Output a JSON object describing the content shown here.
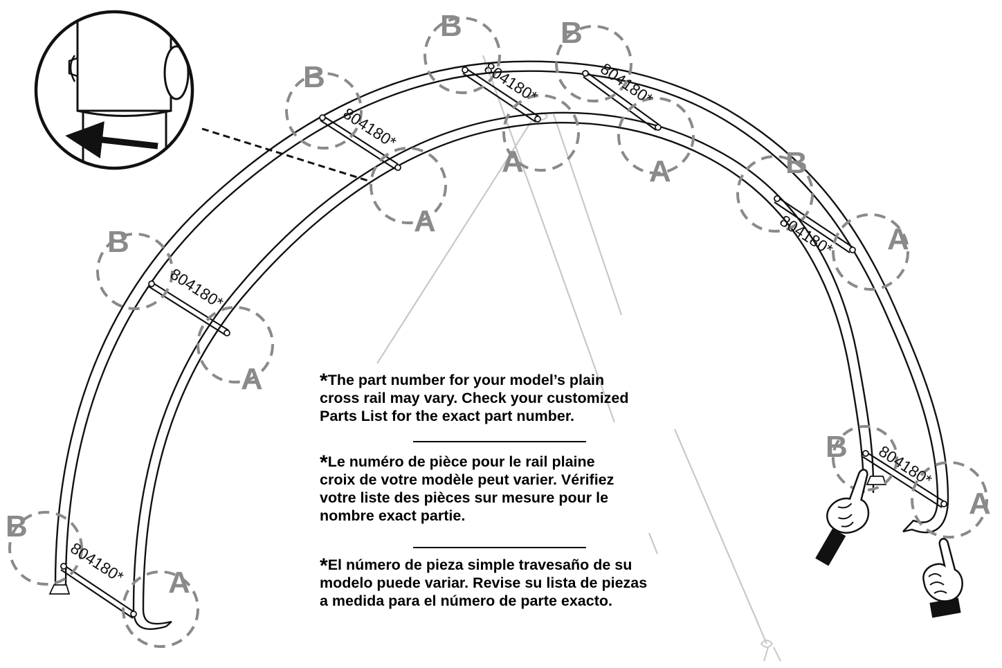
{
  "diagram": {
    "part_number": "804180*",
    "zone_labels": {
      "a": "A",
      "b": "B"
    },
    "colors": {
      "ink": "#111111",
      "zone_circle": "#8a8a8a",
      "guide_line": "#c8c8c8",
      "background": "#ffffff"
    },
    "icons": [
      "detail-magnifier-icon",
      "direction-arrow-icon",
      "pointing-hand-icon"
    ]
  },
  "notes": {
    "asterisk": "*",
    "english": [
      "The part number for your model’s plain",
      "cross rail may vary. Check your customized",
      "Parts List for the exact part number."
    ],
    "french": [
      "Le numéro de pièce pour le rail plaine",
      "croix de votre modèle peut varier. Vérifiez",
      "votre liste des pièces sur mesure pour le",
      "nombre exact partie."
    ],
    "spanish": [
      "El número de pieza simple travesaño de su",
      "modelo puede variar. Revise su lista de piezas",
      "a medida para el número de parte exacto."
    ]
  }
}
